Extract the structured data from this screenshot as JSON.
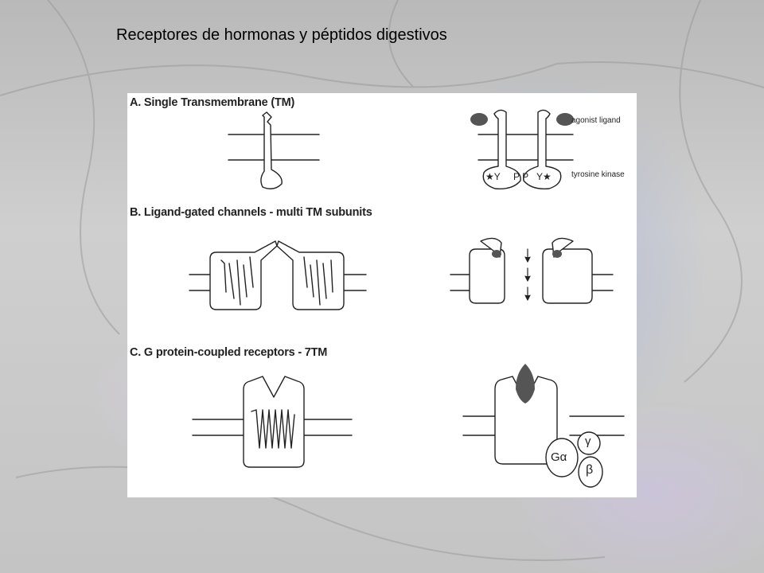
{
  "title": "Receptores de hormonas y péptidos digestivos",
  "figure": {
    "section_a": "A. Single Transmembrane (TM)",
    "section_b": "B. Ligand-gated channels - multi TM subunits",
    "section_c": "C. G protein-coupled receptors - 7TM",
    "label_agonist": "agonist ligand",
    "label_kinase": "tyrosine kinase",
    "kinase_left": "★Y",
    "kinase_mid": "P P",
    "kinase_right": "Y★",
    "galpha": "Gα",
    "gamma": "γ",
    "beta": "β"
  },
  "colors": {
    "ink": "#222222",
    "panel": "#ffffff",
    "ligand": "#555555"
  }
}
